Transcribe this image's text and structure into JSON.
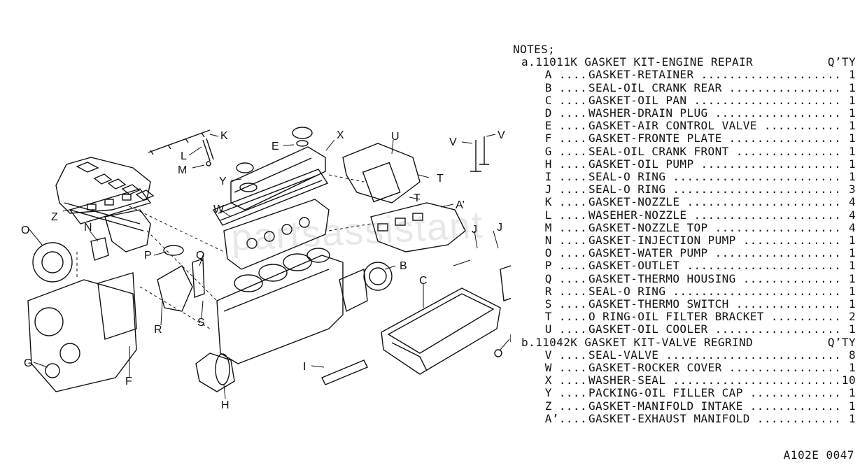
{
  "callouts": [
    "K",
    "L",
    "M",
    "E",
    "X",
    "U",
    "V",
    "V",
    "Y",
    "T",
    "T",
    "A’",
    "W",
    "Z",
    "N",
    "O",
    "P",
    "Q",
    "R",
    "S",
    "J",
    "J",
    "B",
    "C",
    "D",
    "I",
    "G",
    "F",
    "H"
  ],
  "notes": {
    "heading": "NOTES;",
    "kits": [
      {
        "title": "a.11011K  GASKET KIT-ENGINE REPAIR",
        "qty_header": "Q’TY",
        "items": [
          {
            "code": "A ....",
            "name": "GASKET-RETAINER",
            "qty": "1"
          },
          {
            "code": "B ....",
            "name": "SEAL-OIL CRANK REAR",
            "qty": "1"
          },
          {
            "code": "C ....",
            "name": "GASKET-OIL PAN",
            "qty": "1"
          },
          {
            "code": "D ....",
            "name": "WASHER-DRAIN PLUG",
            "qty": "1"
          },
          {
            "code": "E ....",
            "name": "GASKET-AIR CONTROL VALVE",
            "qty": "1"
          },
          {
            "code": "F ....",
            "name": "GASKET-FRONTE PLATE",
            "qty": "1"
          },
          {
            "code": "G ....",
            "name": "SEAL-OIL CRANK FRONT",
            "qty": "1"
          },
          {
            "code": "H ....",
            "name": "GASKET-OIL PUMP",
            "qty": "1"
          },
          {
            "code": "I ....",
            "name": "SEAL-O RING",
            "qty": "1"
          },
          {
            "code": "J ....",
            "name": "SEAL-O RING",
            "qty": "3"
          },
          {
            "code": "K ....",
            "name": "GASKET-NOZZLE",
            "qty": "4"
          },
          {
            "code": "L ....",
            "name": "WASEHER-NOZZLE",
            "qty": "4"
          },
          {
            "code": "M ....",
            "name": "GASKET-NOZZLE TOP",
            "qty": "4"
          },
          {
            "code": "N ....",
            "name": "GASKET-INJECTION PUMP",
            "qty": "1"
          },
          {
            "code": "O ....",
            "name": "GASKET-WATER PUMP",
            "qty": "1"
          },
          {
            "code": "P ....",
            "name": "GASKET-OUTLET",
            "qty": "1"
          },
          {
            "code": "Q ....",
            "name": "GASKET-THERMO HOUSING",
            "qty": "1"
          },
          {
            "code": "R ....",
            "name": "SEAL-O RING",
            "qty": "1"
          },
          {
            "code": "S ....",
            "name": "GASKET-THERMO SWITCH",
            "qty": "1"
          },
          {
            "code": "T ....",
            "name": "O RING-OIL FILTER BRACKET",
            "qty": "2"
          },
          {
            "code": "U ....",
            "name": "GASKET-OIL COOLER",
            "qty": "1"
          }
        ]
      },
      {
        "title": "b.11042K  GASKET KIT-VALVE REGRIND",
        "qty_header": "Q’TY",
        "items": [
          {
            "code": "V ....",
            "name": "SEAL-VALVE",
            "qty": "8"
          },
          {
            "code": "W ....",
            "name": "GASKET-ROCKER COVER",
            "qty": "1"
          },
          {
            "code": "X ....",
            "name": "WASHER-SEAL",
            "qty": "10"
          },
          {
            "code": "Y ....",
            "name": "PACKING-OIL FILLER CAP",
            "qty": "1"
          },
          {
            "code": "Z ....",
            "name": "GASKET-MANIFOLD INTAKE",
            "qty": "1"
          },
          {
            "code": "A’....",
            "name": "GASKET-EXHAUST MANIFOLD",
            "qty": "1"
          }
        ]
      }
    ]
  },
  "ref_code": "A102E 0047",
  "watermark": "partsassistant"
}
